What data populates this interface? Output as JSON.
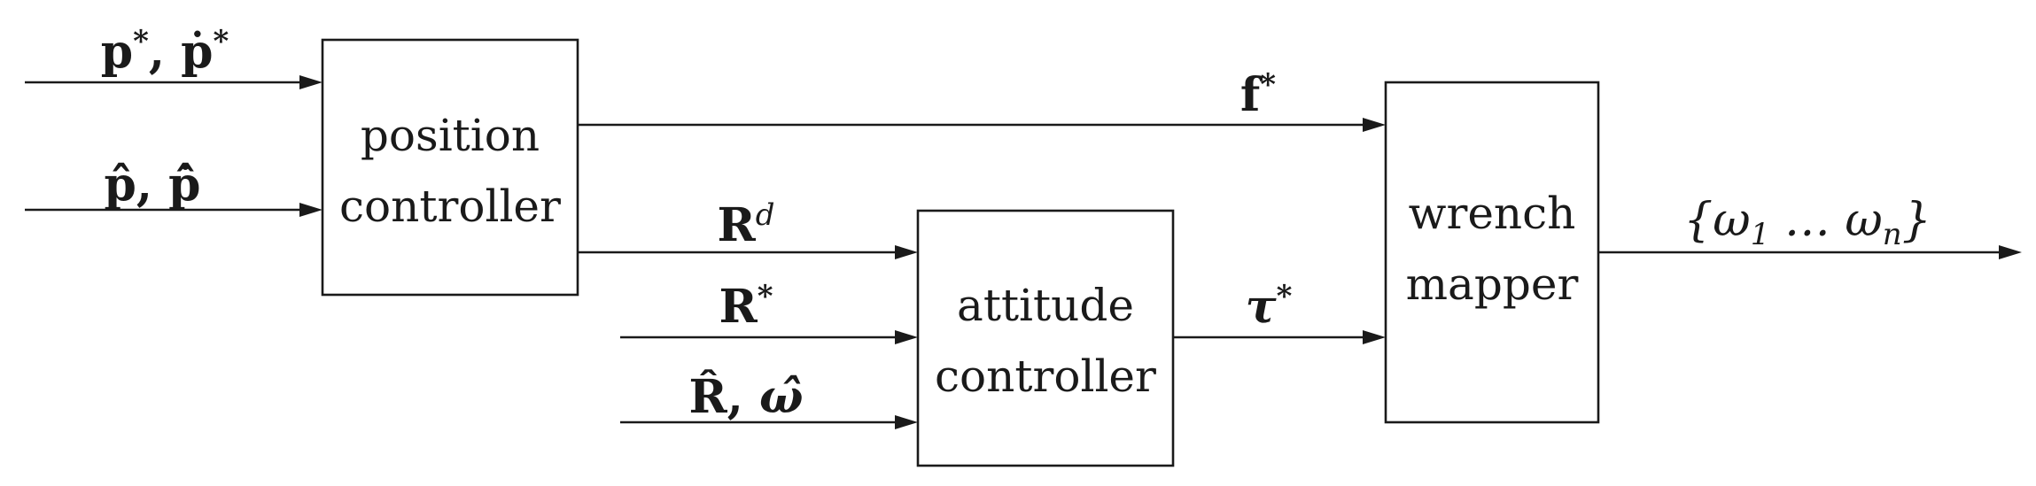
{
  "blocks": {
    "position": {
      "line1": "position",
      "line2": "controller"
    },
    "attitude": {
      "line1": "attitude",
      "line2": "controller"
    },
    "wrench": {
      "line1": "wrench",
      "line2": "mapper"
    }
  },
  "signals": {
    "p_ref": {
      "main": "p",
      "sup": "*",
      "sep": ", ",
      "main2": "ṗ",
      "sup2": "*"
    },
    "p_hat": {
      "main": "p̂",
      "sep": ", ",
      "main2": "p̂̇"
    },
    "f_ref": {
      "main": "f",
      "sup": "*"
    },
    "R_des": {
      "main": "R",
      "sup": "d"
    },
    "R_ref": {
      "main": "R",
      "sup": "*"
    },
    "R_hat": {
      "main": "R̂",
      "sep": ", ",
      "main2": "ω̂"
    },
    "tau_ref": {
      "main": "τ",
      "sup": "*"
    },
    "omega": {
      "text": "{ω",
      "sub1": "1",
      "mid": " … ω",
      "subn": "n",
      "close": "}"
    }
  }
}
